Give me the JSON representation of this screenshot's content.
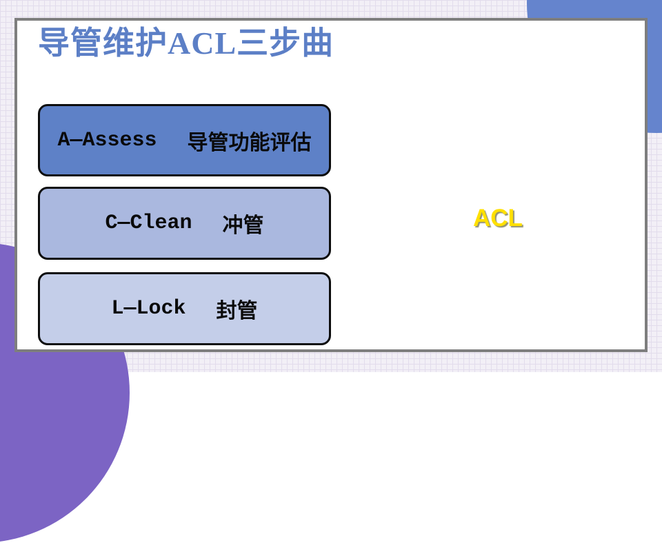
{
  "slide": {
    "title": "导管维护ACL三步曲",
    "title_color": "#5C7FC6",
    "acl": {
      "text": "ACL",
      "color": "#FFE000"
    },
    "steps": [
      {
        "en": "A—Assess",
        "zh": "导管功能评估",
        "color": "#5E81C7"
      },
      {
        "en": "C—Clean",
        "zh": "冲管",
        "color": "#AAB8DF"
      },
      {
        "en": "L—Lock",
        "zh": "封管",
        "color": "#C4CEE9"
      }
    ],
    "decor_colors": {
      "top_right_circle": "#6584CD",
      "bottom_left_circle": "#7C64C4",
      "panel_border": "#7E7E7E",
      "grid_background": "#F2EFF6"
    }
  }
}
